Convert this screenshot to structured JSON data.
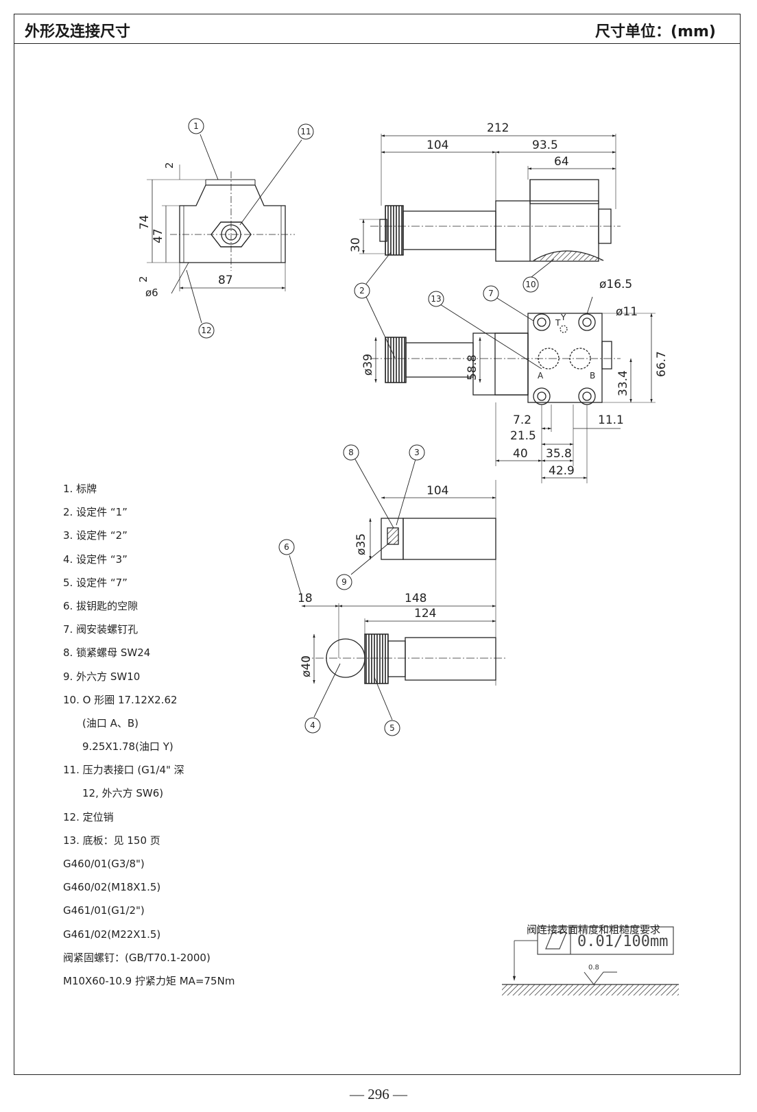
{
  "header": {
    "title": "外形及连接尺寸",
    "unit_label": "尺寸单位：(mm)"
  },
  "dimensions": {
    "d212": "212",
    "d104a": "104",
    "d93_5": "93.5",
    "d64": "64",
    "d74": "74",
    "d47": "47",
    "d2a": "2",
    "d2b": "2",
    "d87": "87",
    "d6": "ø6",
    "d30": "30",
    "d16_5": "ø16.5",
    "d11": "ø11",
    "d39": "ø39",
    "d58_8": "58.8",
    "d66_7": "66.7",
    "d33_4": "33.4",
    "d7_2": "7.2",
    "d21_5": "21.5",
    "d11_1": "11.1",
    "d40a": "40",
    "d35_8": "35.8",
    "d42_9": "42.9",
    "d104b": "104",
    "d35": "ø35",
    "d18": "18",
    "d148": "148",
    "d124": "124",
    "d40b": "ø40"
  },
  "port_labels": {
    "t": "T",
    "y": "Y",
    "a": "A",
    "b": "B"
  },
  "callouts": [
    "1",
    "2",
    "3",
    "4",
    "5",
    "6",
    "7",
    "8",
    "9",
    "10",
    "11",
    "12",
    "13"
  ],
  "legend": [
    {
      "text": "1. 标牌",
      "indent": false
    },
    {
      "text": "2. 设定件 “1”",
      "indent": false
    },
    {
      "text": "3. 设定件 “2”",
      "indent": false
    },
    {
      "text": "4. 设定件 “3”",
      "indent": false
    },
    {
      "text": "5. 设定件 “7”",
      "indent": false
    },
    {
      "text": "6. 拔钥匙的空隙",
      "indent": false
    },
    {
      "text": "7. 阀安装螺钉孔",
      "indent": false
    },
    {
      "text": "8. 锁紧螺母 SW24",
      "indent": false
    },
    {
      "text": "9. 外六方 SW10",
      "indent": false
    },
    {
      "text": "10. O 形圈 17.12X2.62",
      "indent": false
    },
    {
      "text": "(油口 A、B)",
      "indent": true
    },
    {
      "text": "9.25X1.78(油口 Y)",
      "indent": true
    },
    {
      "text": "11. 压力表接口 (G1/4\" 深",
      "indent": false
    },
    {
      "text": "12, 外六方 SW6)",
      "indent": true
    },
    {
      "text": "12. 定位销",
      "indent": false
    },
    {
      "text": "13. 底板：见 150 页",
      "indent": false
    },
    {
      "text": "G460/01(G3/8\")",
      "indent": false
    },
    {
      "text": "G460/02(M18X1.5)",
      "indent": false
    },
    {
      "text": "G461/01(G1/2\")",
      "indent": false
    },
    {
      "text": "G461/02(M22X1.5)",
      "indent": false
    },
    {
      "text": "阀紧固螺钉：(GB/T70.1-2000)",
      "indent": false
    },
    {
      "text": "M10X60-10.9 拧紧力矩 MA=75Nm",
      "indent": false
    }
  ],
  "surface": {
    "title": "阀连接表面精度和粗糙度要求",
    "flatness": "0.01/100mm",
    "roughness": "0.8"
  },
  "page_number": "— 296 —"
}
